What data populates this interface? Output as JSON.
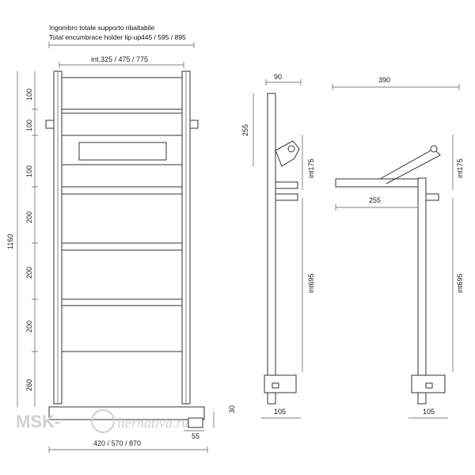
{
  "header": {
    "line1": "Ingombro totale supporto ribaltabile",
    "line2": "Total encumbrace holder lip-up",
    "total_widths": "445 / 595 / 895"
  },
  "front_view": {
    "inner_width": "int.325 / 475 / 775",
    "total_height": "1160",
    "spacings": [
      "100",
      "100",
      "100",
      "200",
      "200",
      "200",
      "260"
    ],
    "bottom_width": "420 / 570 / 870",
    "foot_offset": "55",
    "foot_height": "30"
  },
  "side_view_folded": {
    "depth": "90",
    "holder_height": "255",
    "inner_upper": "int175",
    "inner_lower": "int695",
    "base_depth": "105"
  },
  "side_view_open": {
    "depth": "390",
    "shelf_length": "255",
    "inner_upper": "int175",
    "inner_lower": "int695",
    "base_depth": "105"
  },
  "watermark": {
    "left": "MSK-",
    "right": "lternativa.ru"
  }
}
